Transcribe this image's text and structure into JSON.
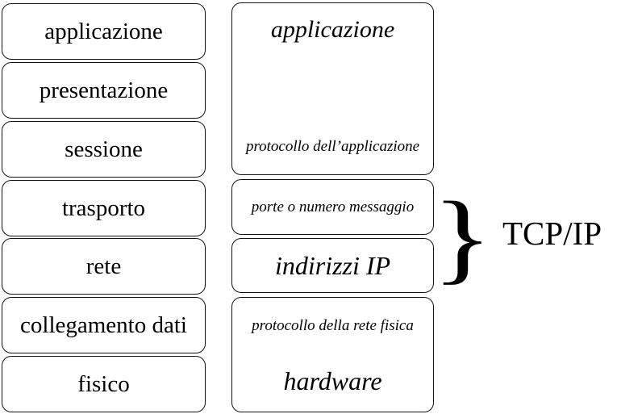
{
  "left_column": {
    "layers": [
      "applicazione",
      "presentazione",
      "sessione",
      "trasporto",
      "rete",
      "collegamento dati",
      "fisico"
    ]
  },
  "right_column": {
    "application_box": {
      "title": "applicazione",
      "note": "protocollo dell’applicazione"
    },
    "transport_box": {
      "note": "porte o numero messaggio"
    },
    "network_box": {
      "title": "indirizzi IP"
    },
    "physical_box": {
      "note": "protocollo della rete fisica",
      "title": "hardware"
    }
  },
  "annotation": {
    "brace_glyph": "}",
    "label": "TCP/IP"
  }
}
